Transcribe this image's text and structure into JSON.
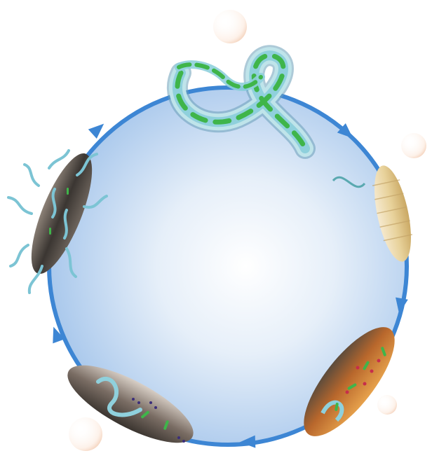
{
  "diagram": {
    "type": "life-cycle",
    "cycle_direction": "clockwise",
    "stages": [
      {
        "id": "infective-juvenile",
        "icon": "nematode-worm-icon",
        "position": "top"
      },
      {
        "id": "infected-larva-early",
        "icon": "pale-larva-icon",
        "position": "right-upper"
      },
      {
        "id": "infected-larva-orange",
        "icon": "orange-larva-icon",
        "position": "right-lower"
      },
      {
        "id": "infected-larva-dark",
        "icon": "dark-larva-icon",
        "position": "left-lower"
      },
      {
        "id": "cadaver-emergence",
        "icon": "emerging-cadaver-icon",
        "position": "left-upper"
      }
    ],
    "colors": {
      "ring": "#3d86d4",
      "disc_center": "#ffffff",
      "disc_edge": "#a9c8ec",
      "nematode": "#8fd0dc",
      "bacteria": "#3fb54a",
      "pale_larva": "#e8d29b",
      "orange_larva": "#b8672c",
      "dark_larva": "#4a4440"
    }
  }
}
